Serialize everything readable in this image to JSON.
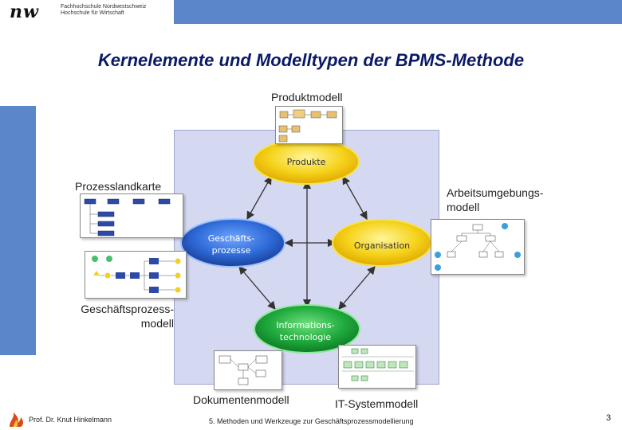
{
  "header": {
    "logo_mark": "nw",
    "school_line1": "Fachhochschule Nordwestschweiz",
    "school_line2": "Hochschule für Wirtschaft"
  },
  "title": "Kernelemente und Modelltypen der BPMS-Methode",
  "nodes": {
    "produkte": "Produkte",
    "geschaefts_line1": "Geschäfts-",
    "geschaefts_line2": "prozesse",
    "organisation": "Organisation",
    "it_line1": "Informations-",
    "it_line2": "technologie"
  },
  "model_labels": {
    "produktmodell": "Produktmodell",
    "prozesslandkarte": "Prozesslandkarte",
    "arbeitsumgebung_line1": "Arbeitsumgebungs-",
    "arbeitsumgebung_line2": "modell",
    "gpmodell_line1": "Geschäftsprozess-",
    "gpmodell_line2": "modell",
    "dokumentenmodell": "Dokumentenmodell",
    "it_systemmodell": "IT-Systemmodell"
  },
  "footer": {
    "author": "Prof. Dr. Knut Hinkelmann",
    "course": "5. Methoden und Werkzeuge zur Geschäftsprozessmodellierung",
    "page": "3"
  },
  "colors": {
    "accent_band": "#5b86c9",
    "title_text": "#0a1a66",
    "yellow_ellipse": "#f5d21a",
    "blue_ellipse": "#2f6bd8",
    "green_ellipse": "#1faa3c",
    "central_box": "#d4d8f0"
  }
}
